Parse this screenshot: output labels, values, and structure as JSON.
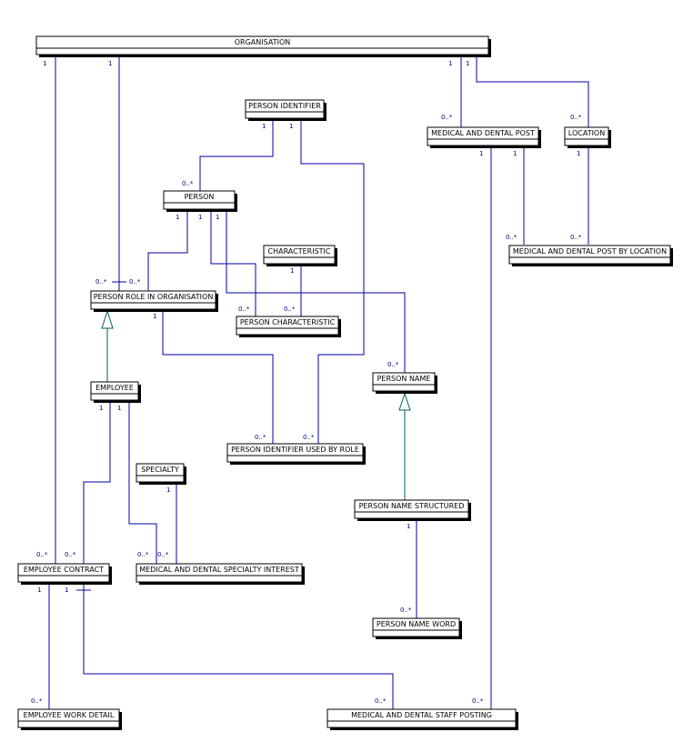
{
  "colors": {
    "association": "#0000aa",
    "generalization": "#006060",
    "box_border": "#000000",
    "multiplicity": "#000080"
  },
  "classes": {
    "organisation": "ORGANISATION",
    "person_identifier": "PERSON IDENTIFIER",
    "medical_dental_post": "MEDICAL AND DENTAL POST",
    "location": "LOCATION",
    "person": "PERSON",
    "characteristic": "CHARACTERISTIC",
    "post_by_location": "MEDICAL AND DENTAL POST BY LOCATION",
    "person_role": "PERSON ROLE IN ORGANISATION",
    "person_characteristic": "PERSON CHARACTERISTIC",
    "person_name": "PERSON NAME",
    "employee": "EMPLOYEE",
    "identifier_used_by_role": "PERSON IDENTIFIER USED BY ROLE",
    "specialty": "SPECIALTY",
    "person_name_structured": "PERSON NAME STRUCTURED",
    "employee_contract": "EMPLOYEE CONTRACT",
    "specialty_interest": "MEDICAL AND DENTAL SPECIALTY INTEREST",
    "person_name_word": "PERSON NAME WORD",
    "employee_work_detail": "EMPLOYEE WORK DETAIL",
    "staff_posting": "MEDICAL AND DENTAL STAFF POSTING"
  },
  "multiplicities": {
    "one": "1",
    "many": "0..*"
  }
}
